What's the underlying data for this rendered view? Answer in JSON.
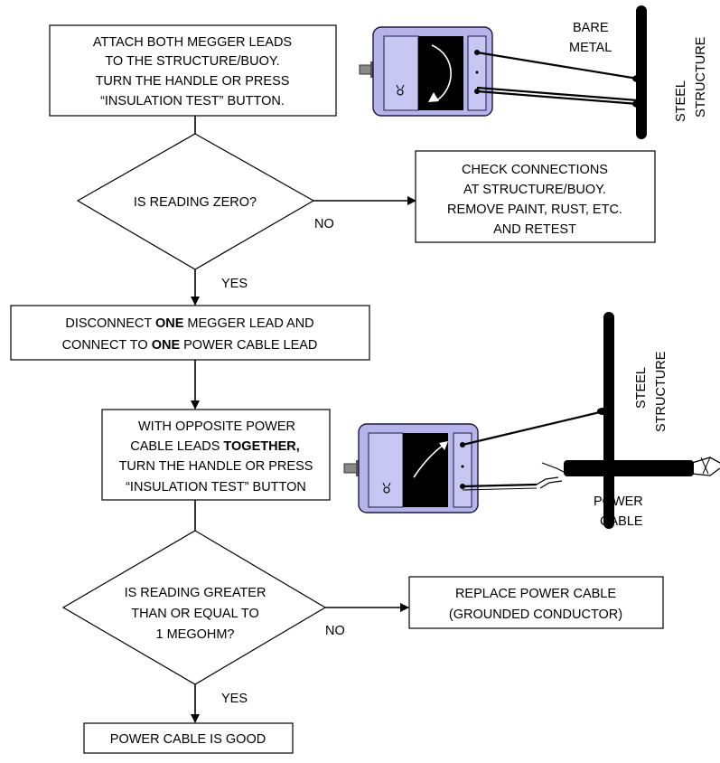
{
  "steps": {
    "attach": [
      "ATTACH BOTH MEGGER LEADS",
      "TO THE STRUCTURE/BUOY.",
      "TURN THE HANDLE OR PRESS",
      "“INSULATION TEST” BUTTON."
    ],
    "q_zero": [
      "IS READING ZERO?"
    ],
    "check_connections": [
      "CHECK CONNECTIONS",
      "AT STRUCTURE/BUOY.",
      "REMOVE PAINT, RUST, ETC.",
      "AND RETEST"
    ],
    "disconnect": {
      "line1": {
        "a": "DISCONNECT ",
        "b": "ONE",
        "c": " MEGGER LEAD AND"
      },
      "line2": {
        "a": "CONNECT TO ",
        "b": "ONE",
        "c": " POWER CABLE LEAD"
      }
    },
    "opposite": {
      "line1": "WITH OPPOSITE POWER",
      "line2": {
        "a": "CABLE LEADS ",
        "b": "TOGETHER,"
      },
      "line3": "TURN THE HANDLE OR PRESS",
      "line4": "“INSULATION TEST” BUTTON"
    },
    "q_megohm": [
      "IS READING GREATER",
      "THAN OR EQUAL TO",
      "1 MEGOHM?"
    ],
    "replace": [
      "REPLACE POWER CABLE",
      "(GROUNDED  CONDUCTOR)"
    ],
    "good": [
      "POWER CABLE IS GOOD"
    ]
  },
  "branch_labels": {
    "no_1": "NO",
    "yes_1": "YES",
    "no_2": "NO",
    "yes_2": "YES"
  },
  "illustrations": {
    "top": {
      "bare_metal": [
        "BARE",
        "METAL"
      ],
      "steel_structure": [
        "STEEL",
        "STRUCTURE"
      ]
    },
    "middle": {
      "steel_structure": [
        "STEEL",
        "STRUCTURE"
      ],
      "power_cable": [
        "POWER",
        "CABLE"
      ]
    }
  }
}
